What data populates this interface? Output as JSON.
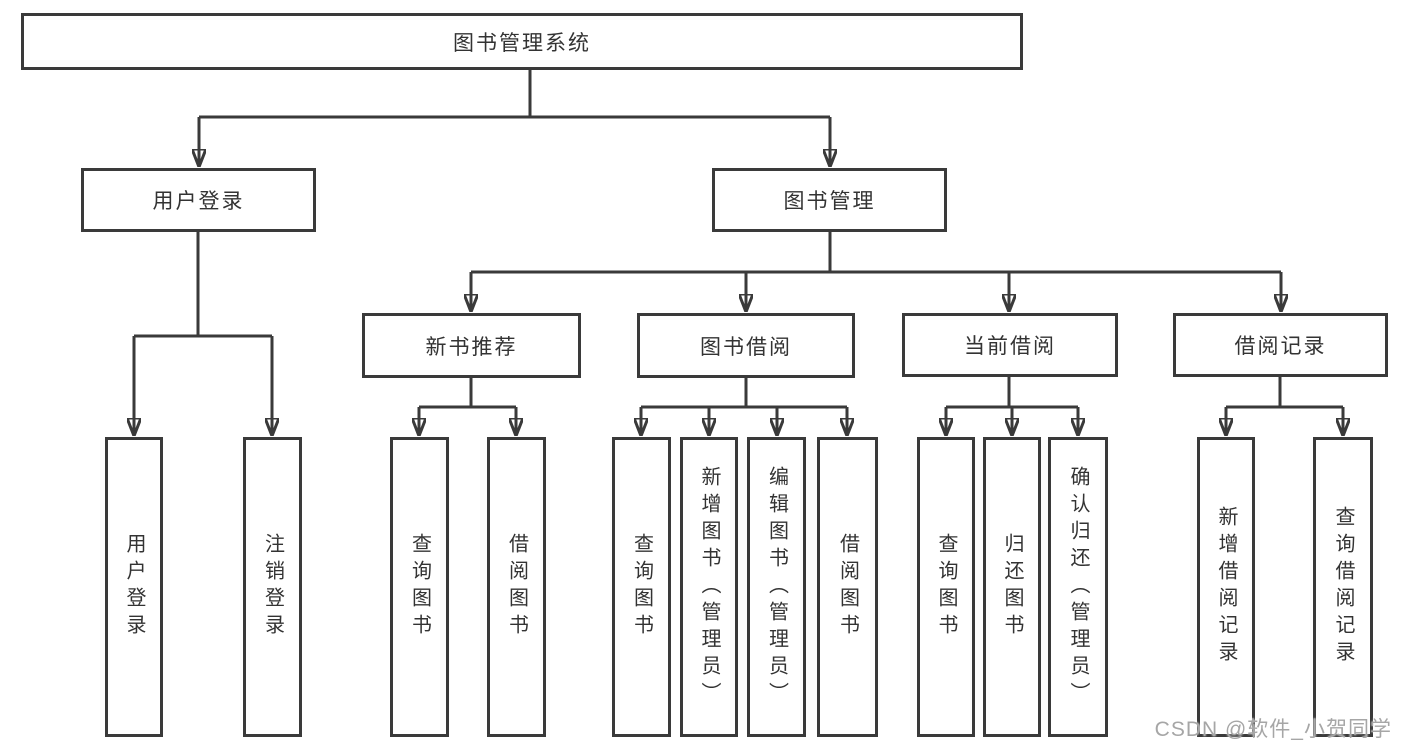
{
  "tree": {
    "root": {
      "label": "图书管理系统"
    },
    "branches": [
      {
        "label": "用户登录",
        "leaves": [
          {
            "label": "用户登录"
          },
          {
            "label": "注销登录"
          }
        ]
      },
      {
        "label": "图书管理",
        "children": [
          {
            "label": "新书推荐",
            "leaves": [
              {
                "label": "查询图书"
              },
              {
                "label": "借阅图书"
              }
            ]
          },
          {
            "label": "图书借阅",
            "leaves": [
              {
                "label": "查询图书"
              },
              {
                "label": "新增图书（管理员）"
              },
              {
                "label": "编辑图书（管理员）"
              },
              {
                "label": "借阅图书"
              }
            ]
          },
          {
            "label": "当前借阅",
            "leaves": [
              {
                "label": "查询图书"
              },
              {
                "label": "归还图书"
              },
              {
                "label": "确认归还（管理员）"
              }
            ]
          },
          {
            "label": "借阅记录",
            "leaves": [
              {
                "label": "新增借阅记录"
              },
              {
                "label": "查询借阅记录"
              }
            ]
          }
        ]
      }
    ]
  },
  "watermark": "CSDN @软件_小贺同学",
  "colors": {
    "line": "#3a3a3a",
    "text": "#333333",
    "node_background": "#ffffff",
    "watermark": "#a6a6a6",
    "background": "#ffffff"
  }
}
